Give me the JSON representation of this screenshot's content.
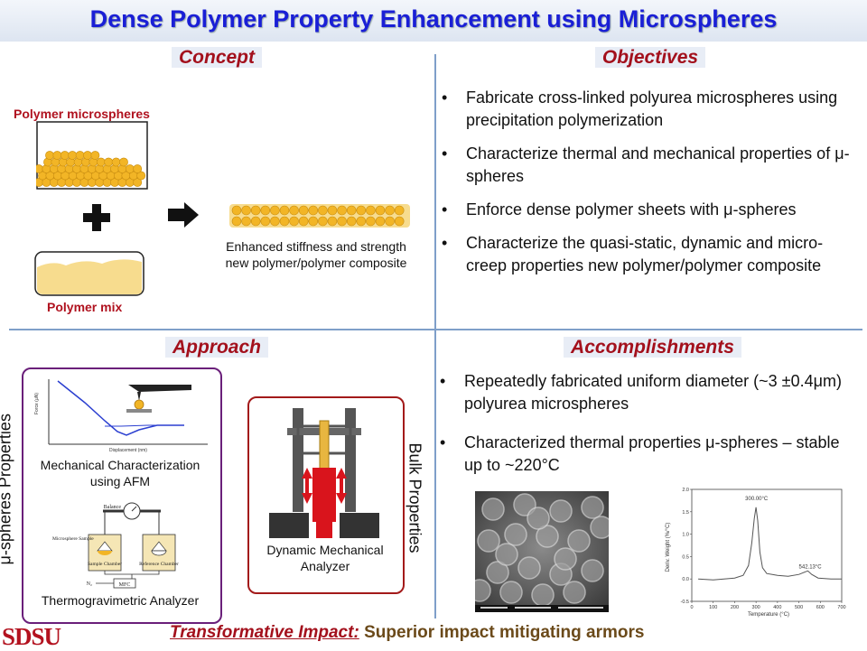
{
  "title": "Dense Polymer Property Enhancement using Microspheres",
  "sections": {
    "concept": "Concept",
    "objectives": "Objectives",
    "approach": "Approach",
    "accomplishments": "Accomplishments"
  },
  "concept": {
    "microspheres_label": "Polymer microspheres",
    "mix_label": "Polymer mix",
    "result_line1": "Enhanced stiffness and strength",
    "result_line2": "new polymer/polymer composite"
  },
  "objectives": [
    "Fabricate cross-linked polyurea microspheres using precipitation polymerization",
    "Characterize thermal and mechanical properties of μ-spheres",
    "Enforce dense polymer sheets with μ-spheres",
    "Characterize the quasi-static, dynamic and micro-creep properties new polymer/polymer composite"
  ],
  "approach": {
    "side_left": "μ-spheres Properties",
    "side_right": "Bulk Properties",
    "afm_caption": "Mechanical Characterization using AFM",
    "afm_xaxis": "Displacement (nm)",
    "afm_yaxis": "Force (μN)",
    "tga_caption": "Thermogravimetric Analyzer",
    "tga_balance": "Balance",
    "tga_sample": "Microsphere Sample",
    "tga_sample_chamber": "Sample Chamber",
    "tga_reference_chamber": "Reference Chamber",
    "tga_n2": "N₂",
    "tga_mfc": "MFC",
    "dma_caption": "Dynamic Mechanical Analyzer"
  },
  "accomplishments": [
    "Repeatedly fabricated uniform diameter (~3 ±0.4μm) polyurea microspheres",
    "Characterized thermal properties μ-spheres – stable up to ~220°C"
  ],
  "dtg": {
    "peak1": "300.00°C",
    "peak2": "542.13°C",
    "xlabel": "Temperature (°C)",
    "ylabel": "Deriv. Weight (%/°C)",
    "xticks": [
      "0",
      "100",
      "200",
      "300",
      "400",
      "500",
      "600",
      "700"
    ],
    "yticks": [
      "-0.5",
      "0.0",
      "0.5",
      "1.0",
      "1.5",
      "2.0"
    ]
  },
  "footer": {
    "logo": "SDSU",
    "impact_label": "Transformative Impact:",
    "impact_text": "Superior impact mitigating armors"
  },
  "colors": {
    "title": "#1a1fd6",
    "section": "#a3101c",
    "sphere": "#f2b526",
    "divider": "#7f9fc9"
  }
}
